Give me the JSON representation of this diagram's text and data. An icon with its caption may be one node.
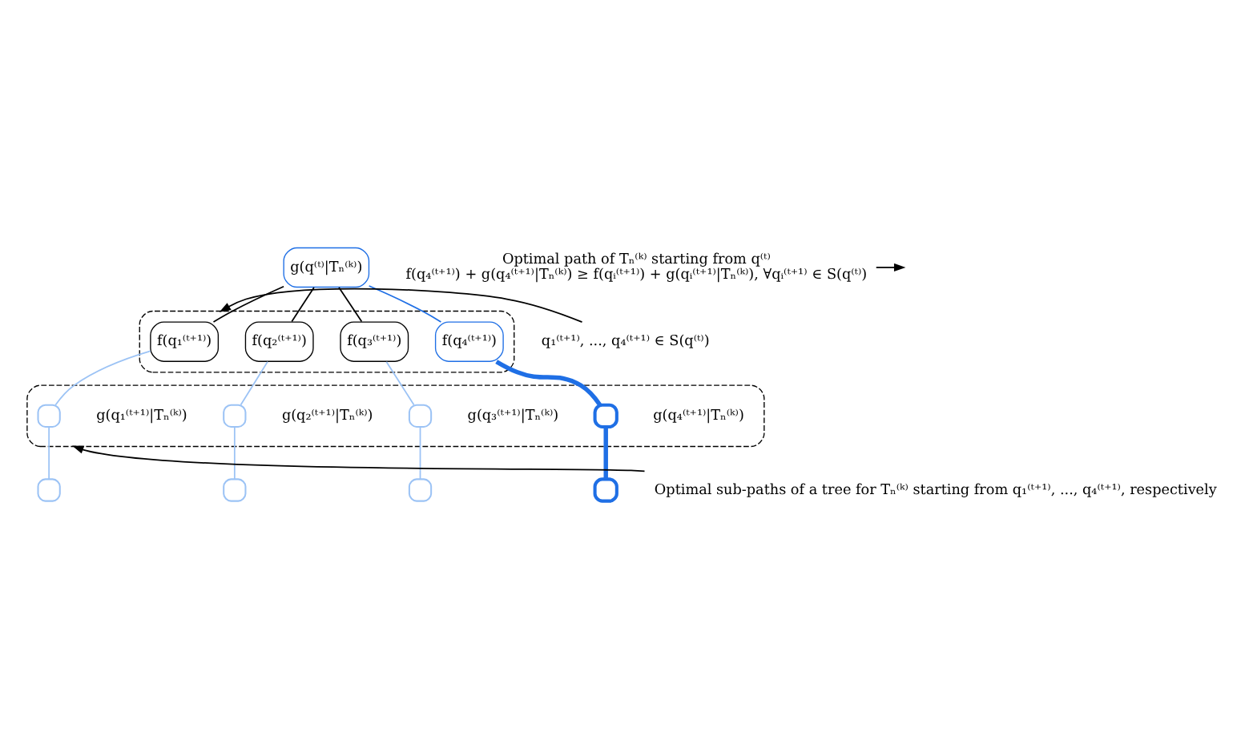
{
  "diagram": {
    "nodes": [
      {
        "text": [
          "g(q⁽ᵗ⁾|Tₙ⁽ᵏ⁾)"
        ]
      },
      {
        "text": [],
        "shape": "box"
      },
      {
        "text": [
          "f(q₁⁽ᵗ⁺¹⁾)"
        ],
        "in": 1
      },
      {
        "text": [
          "f(q₂⁽ᵗ⁺¹⁾)"
        ],
        "in": 1
      },
      {
        "text": [
          "f(q₃⁽ᵗ⁺¹⁾)"
        ],
        "in": 1
      },
      {
        "text": [
          "f(q₄⁽ᵗ⁺¹⁾)"
        ],
        "in": 1
      },
      {
        "text": [],
        "shape": "box"
      },
      {
        "text": [],
        "shape": "box",
        "in": 6,
        "beside": [
          "g(q₁⁽ᵗ⁺¹⁾|Tₙ⁽ᵏ⁾)"
        ]
      },
      {
        "text": [],
        "shape": "box",
        "in": 6,
        "beside": [
          "g(q₂⁽ᵗ⁺¹⁾|Tₙ⁽ᵏ⁾)"
        ]
      },
      {
        "text": [],
        "shape": "box",
        "in": 6,
        "beside": [
          "g(q₃⁽ᵗ⁺¹⁾|Tₙ⁽ᵏ⁾)"
        ]
      },
      {
        "text": [],
        "shape": "box",
        "in": 6,
        "beside": [
          "g(q₄⁽ᵗ⁺¹⁾|Tₙ⁽ᵏ⁾)"
        ]
      },
      {
        "text": [],
        "shape": "box"
      },
      {
        "text": [],
        "shape": "box"
      },
      {
        "text": [],
        "shape": "box"
      },
      {
        "text": [],
        "shape": "box"
      },
      {
        "text": [
          "Optimal path of Tₙ⁽ᵏ⁾ starting from q⁽ᵗ⁾",
          "f(q₄⁽ᵗ⁺¹⁾) + g(q₄⁽ᵗ⁺¹⁾|Tₙ⁽ᵏ⁾) ≥ f(qᵢ⁽ᵗ⁺¹⁾) + g(qᵢ⁽ᵗ⁺¹⁾|Tₙ⁽ᵏ⁾), ∀qᵢ⁽ᵗ⁺¹⁾ ∈ S(q⁽ᵗ⁾)"
        ]
      },
      {
        "text": [
          "q₁⁽ᵗ⁺¹⁾, ..., q₄⁽ᵗ⁺¹⁾ ∈ S(q⁽ᵗ⁾)"
        ]
      },
      {
        "text": [
          "Optimal sub-paths of a tree for Tₙ⁽ᵏ⁾ starting from q₁⁽ᵗ⁺¹⁾, ..., q₄⁽ᵗ⁺¹⁾, respectively"
        ]
      }
    ],
    "edges": [
      {
        "from": 0,
        "to": 2,
        "arrow": "none",
        "color": "#000000"
      },
      {
        "from": 0,
        "to": 3,
        "arrow": "none",
        "color": "#000000"
      },
      {
        "from": 0,
        "to": 4,
        "arrow": "none",
        "color": "#000000"
      },
      {
        "from": 0,
        "to": 5,
        "arrow": "none",
        "color": "#1f6fe5"
      },
      {
        "from": 2,
        "to": 7,
        "arrow": "none",
        "color": "#9cc3f5"
      },
      {
        "from": 3,
        "to": 8,
        "arrow": "none",
        "color": "#9cc3f5"
      },
      {
        "from": 4,
        "to": 9,
        "arrow": "none",
        "color": "#9cc3f5"
      },
      {
        "from": 5,
        "to": 10,
        "arrow": "none",
        "style": "thick",
        "color": "#1f6fe5"
      },
      {
        "from": 7,
        "to": 11,
        "arrow": "none",
        "color": "#9cc3f5"
      },
      {
        "from": 8,
        "to": 12,
        "arrow": "none",
        "color": "#9cc3f5"
      },
      {
        "from": 9,
        "to": 13,
        "arrow": "none",
        "color": "#9cc3f5"
      },
      {
        "from": 10,
        "to": 14,
        "arrow": "none",
        "style": "thick",
        "color": "#1f6fe5"
      },
      {
        "from": 15,
        "to": null,
        "arrow": "to",
        "color": "#000000"
      },
      {
        "from": 16,
        "to": 1,
        "arrow": "to",
        "color": "#000000"
      },
      {
        "from": 17,
        "to": 6,
        "arrow": "to",
        "color": "#000000"
      }
    ]
  }
}
